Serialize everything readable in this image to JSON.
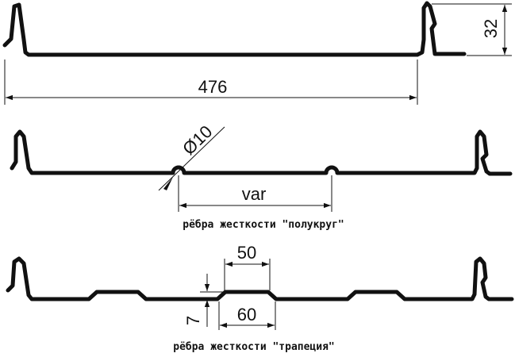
{
  "drawing": {
    "top_profile": {
      "width_label": "476",
      "height_label": "32"
    },
    "semicircle_profile": {
      "diameter_label": "Ø10",
      "spacing_label": "var",
      "caption": "рёбра жесткости \"полукруг\""
    },
    "trapezoid_profile": {
      "top_width_label": "50",
      "bottom_width_label": "60",
      "height_label": "7",
      "caption": "рёбра жесткости \"трапеция\""
    }
  }
}
